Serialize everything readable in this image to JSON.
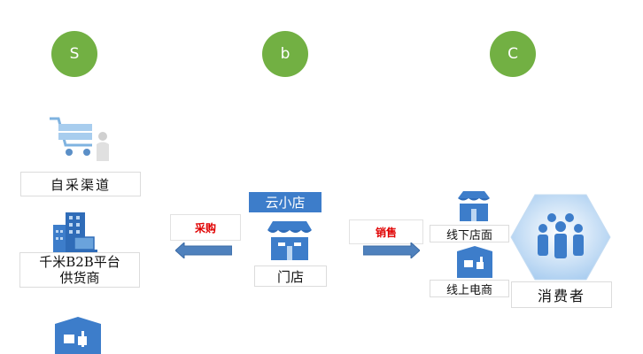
{
  "stages": {
    "s": "S",
    "b": "b",
    "c": "C"
  },
  "supply": {
    "self_purchase": "自采渠道",
    "platform_line1": "千米B2B平台",
    "platform_line2": "供货商"
  },
  "center": {
    "brand": "云小店",
    "store": "门店"
  },
  "flows": {
    "purchase": "采购",
    "sales": "销售"
  },
  "channels": {
    "offline": "线下店面",
    "online": "线上电商"
  },
  "consumer": "消费者",
  "colors": {
    "circle_green": "#72b043",
    "icon_blue": "#3d7dca",
    "arrow_blue": "#4f81bd",
    "label_red": "#e00000"
  },
  "icons": [
    "shopping-cart-icon",
    "person-icon",
    "buildings-icon",
    "laptop-icon",
    "storefront-icon",
    "forklift-warehouse-icon",
    "consumer-group-icon"
  ]
}
